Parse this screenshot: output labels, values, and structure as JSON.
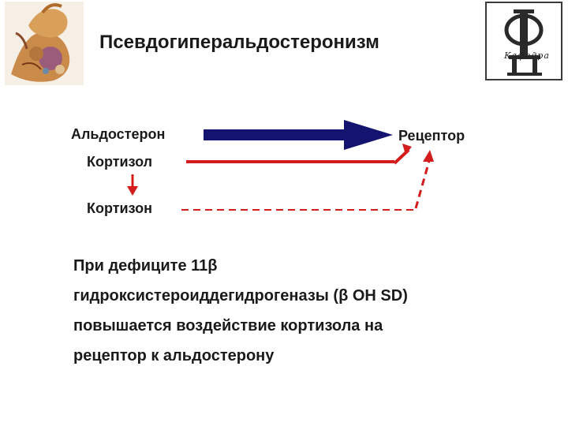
{
  "title": "Псевдогиперальдостеронизм",
  "logo": {
    "icon": "phi-kafedra-logo",
    "word": "Кафедра"
  },
  "illustration": {
    "icon": "adrenal-gland-illustration"
  },
  "diagram": {
    "aldosterone": "Альдостерон",
    "cortisol": "Кортизол",
    "cortisone": "Кортизон",
    "receptor": "Рецептор"
  },
  "note": {
    "line1": "При дефиците 11β",
    "line2": "гидроксистероиддегидрогеназы (β OH SD)",
    "line3": "повышается воздействие кортизола на",
    "line4": "рецептор к альдостерону"
  },
  "colors": {
    "navy_arrow": "#141470",
    "red_arrow": "#d41c1c"
  }
}
